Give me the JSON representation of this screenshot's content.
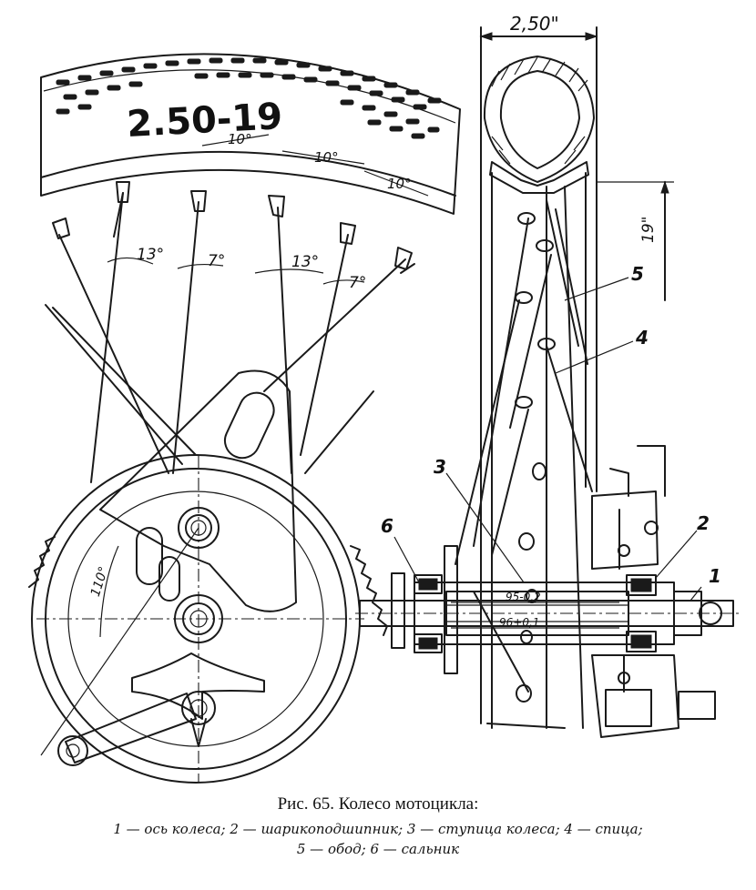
{
  "figure": {
    "tire_marking": "2.50-19",
    "width_dim": "2,50\"",
    "rim_dim": "19\"",
    "angles": {
      "a10_first": "10°",
      "a10_second": "10°",
      "a10_third": "10°",
      "a13_left": "13°",
      "a7_left": "7°",
      "a13_right": "13°",
      "a7_right": "7°",
      "a110": "110°"
    },
    "hub_dims": {
      "inner": "95-0,2",
      "outer": "96+0,1"
    },
    "callouts": [
      "1",
      "2",
      "3",
      "4",
      "5",
      "6"
    ]
  },
  "caption": {
    "title": "Рис. 65. Колесо мотоцикла:",
    "line1": "1 — ось колеса; 2 — шарикоподшипник; 3 — ступица колеса; 4 — спица;",
    "line2": "5 — обод; 6 — сальник"
  }
}
